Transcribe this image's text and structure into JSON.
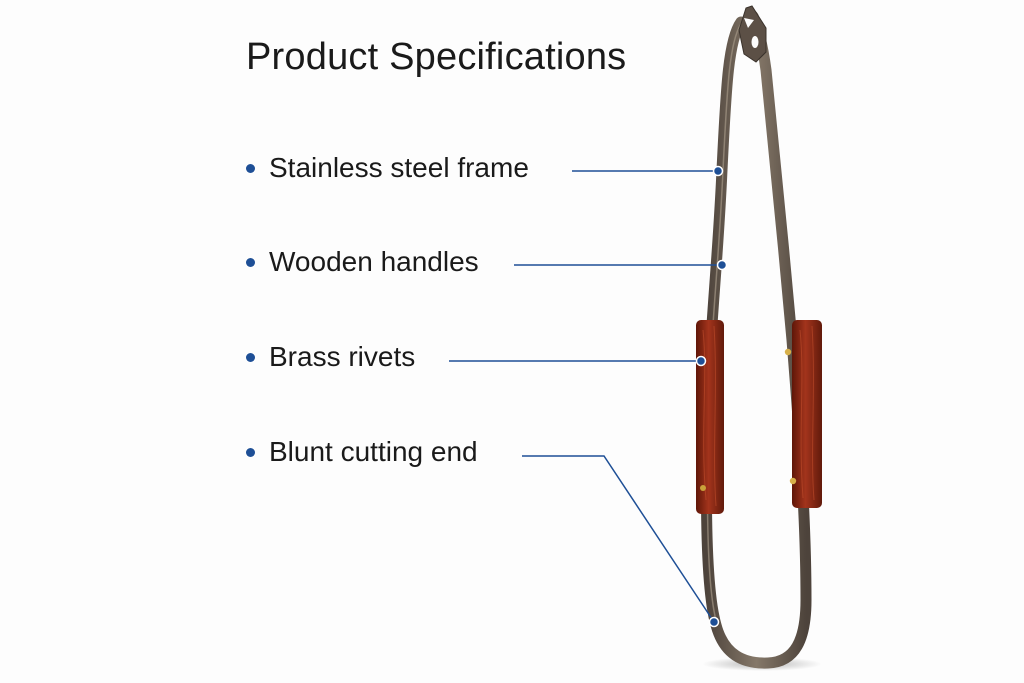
{
  "title": "Product Specifications",
  "specs": [
    {
      "label": "Stainless steel frame"
    },
    {
      "label": "Wooden handles"
    },
    {
      "label": "Brass rivets"
    },
    {
      "label": "Blunt cutting end"
    }
  ],
  "colors": {
    "accent": "#1e4f96",
    "steel": "#6e6258",
    "wood": "#8e2a18",
    "brass": "#c9a23a",
    "text": "#1a1a1a",
    "background": "#fdfdfd"
  }
}
